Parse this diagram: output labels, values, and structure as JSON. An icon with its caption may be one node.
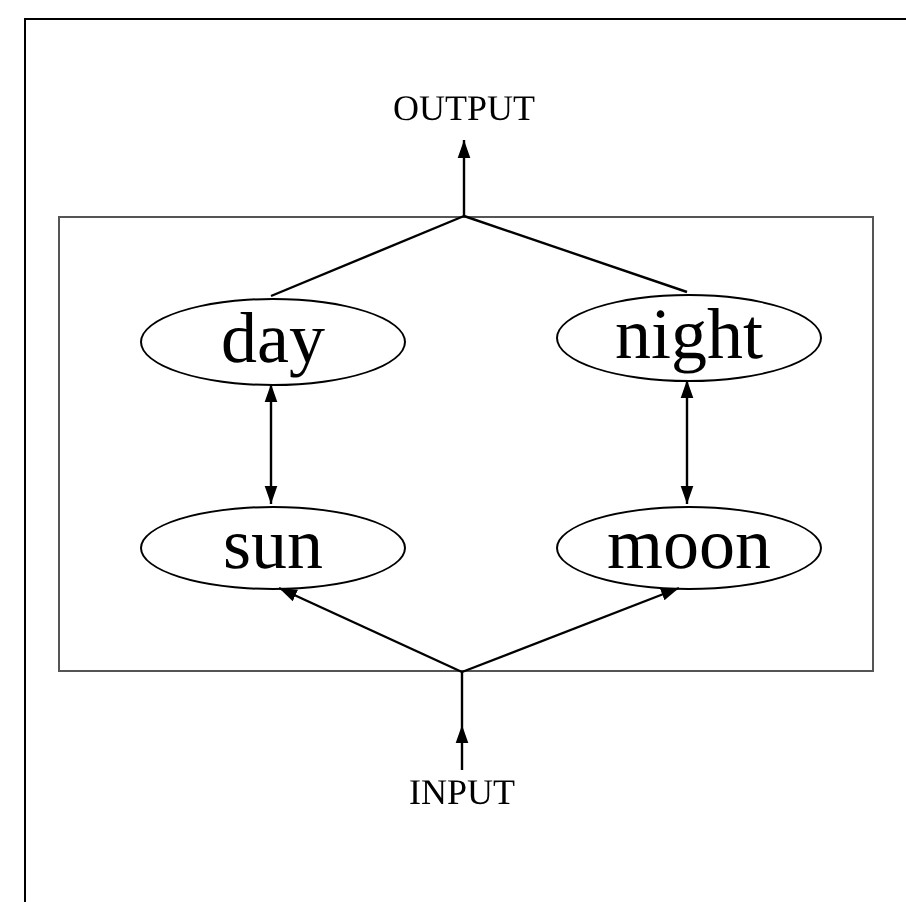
{
  "diagram": {
    "nodes": [
      {
        "text": [
          "OUTPUT"
        ]
      },
      {
        "text": [],
        "shape": "box"
      },
      {
        "text": [
          "day"
        ],
        "in": 1
      },
      {
        "text": [
          "night"
        ],
        "in": 1
      },
      {
        "text": [
          "sun"
        ],
        "in": 1
      },
      {
        "text": [
          "moon"
        ],
        "in": 1
      },
      {
        "text": [
          "INPUT"
        ]
      }
    ],
    "edges": [
      {
        "from": 2,
        "to": 0,
        "arrow": "to"
      },
      {
        "from": 3,
        "to": 0,
        "arrow": "to"
      },
      {
        "from": 2,
        "to": 4,
        "arrow": "both"
      },
      {
        "from": 3,
        "to": 5,
        "arrow": "both"
      },
      {
        "from": 6,
        "to": 4,
        "arrow": "to"
      },
      {
        "from": 6,
        "to": 5,
        "arrow": "to"
      }
    ]
  }
}
